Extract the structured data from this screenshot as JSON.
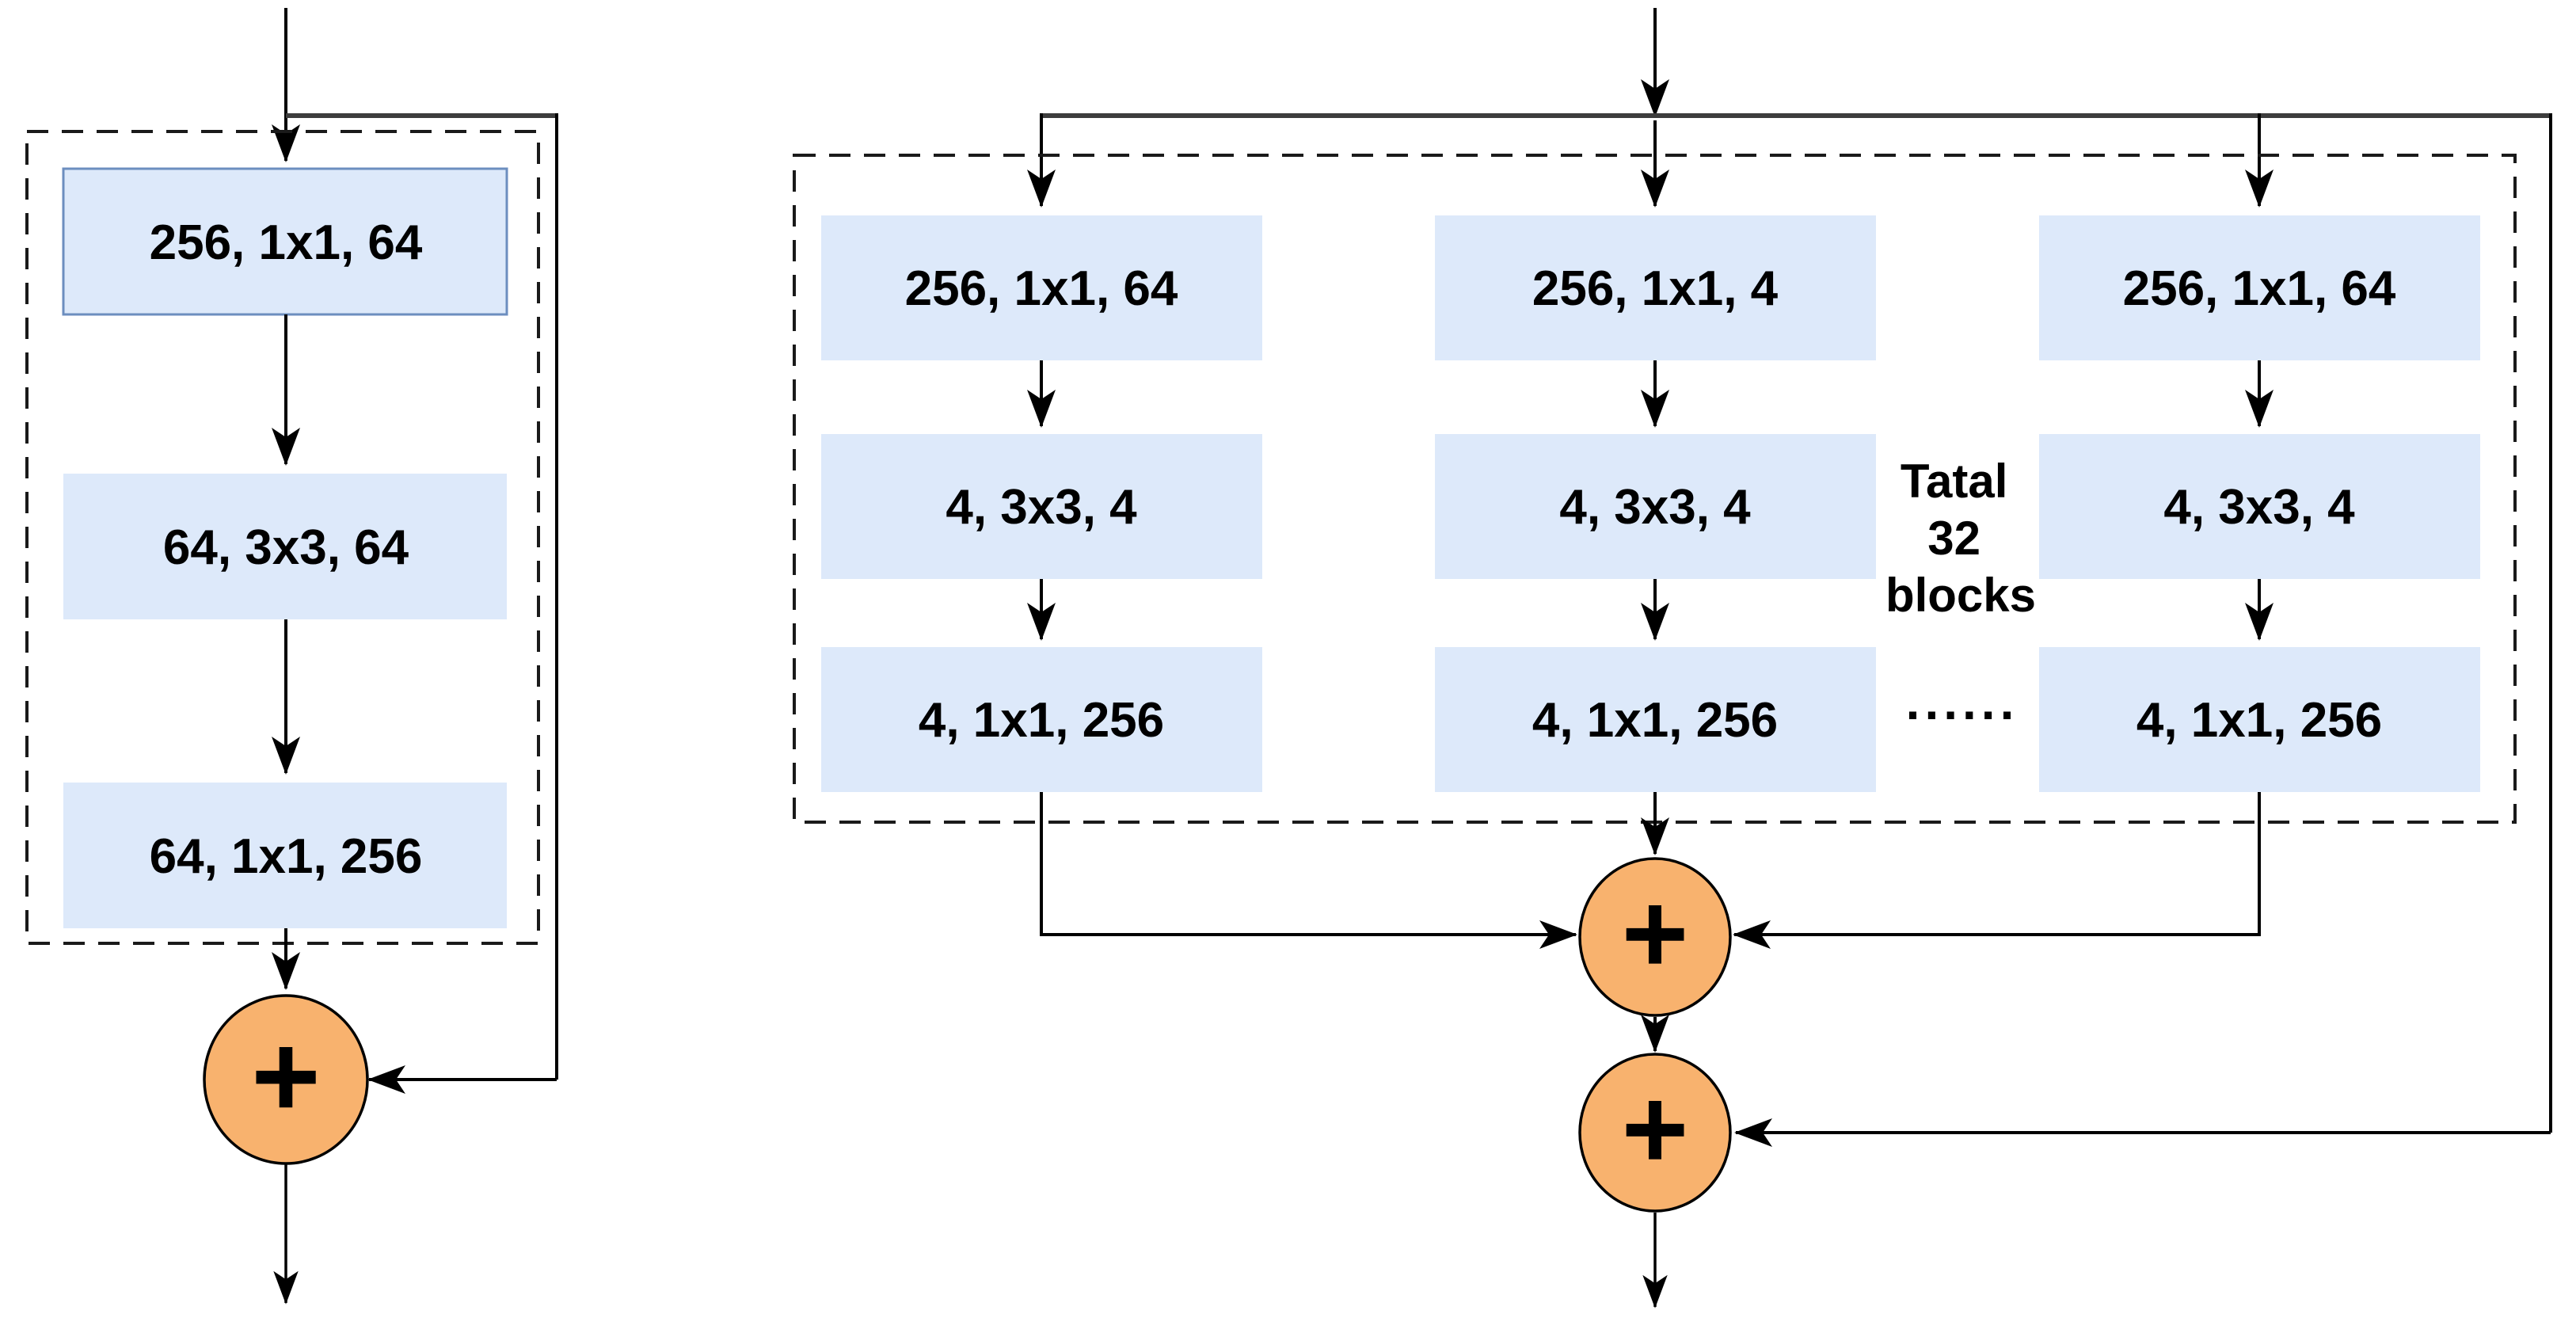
{
  "colors": {
    "box_fill": "#dde9fa",
    "box_border": "#6c8ebf",
    "circle_fill": "#f8b26e",
    "line": "#000000",
    "trunk_line": "#3d3d3d"
  },
  "left_block": {
    "layers": [
      "256, 1x1, 64",
      "64, 3x3, 64",
      "64, 1x1, 256"
    ],
    "plus": "+"
  },
  "right_block": {
    "columns": [
      {
        "layers": [
          "256, 1x1, 64",
          "4, 3x3, 4",
          "4, 1x1, 256"
        ]
      },
      {
        "layers": [
          "256, 1x1, 4",
          "4, 3x3, 4",
          "4, 1x1, 256"
        ]
      },
      {
        "layers": [
          "256, 1x1, 64",
          "4, 3x3, 4",
          "4, 1x1, 256"
        ]
      }
    ],
    "annotation": [
      "Tatal",
      "32",
      "blocks"
    ],
    "ellipsis": "......",
    "plus_top": "+",
    "plus_bottom": "+"
  }
}
